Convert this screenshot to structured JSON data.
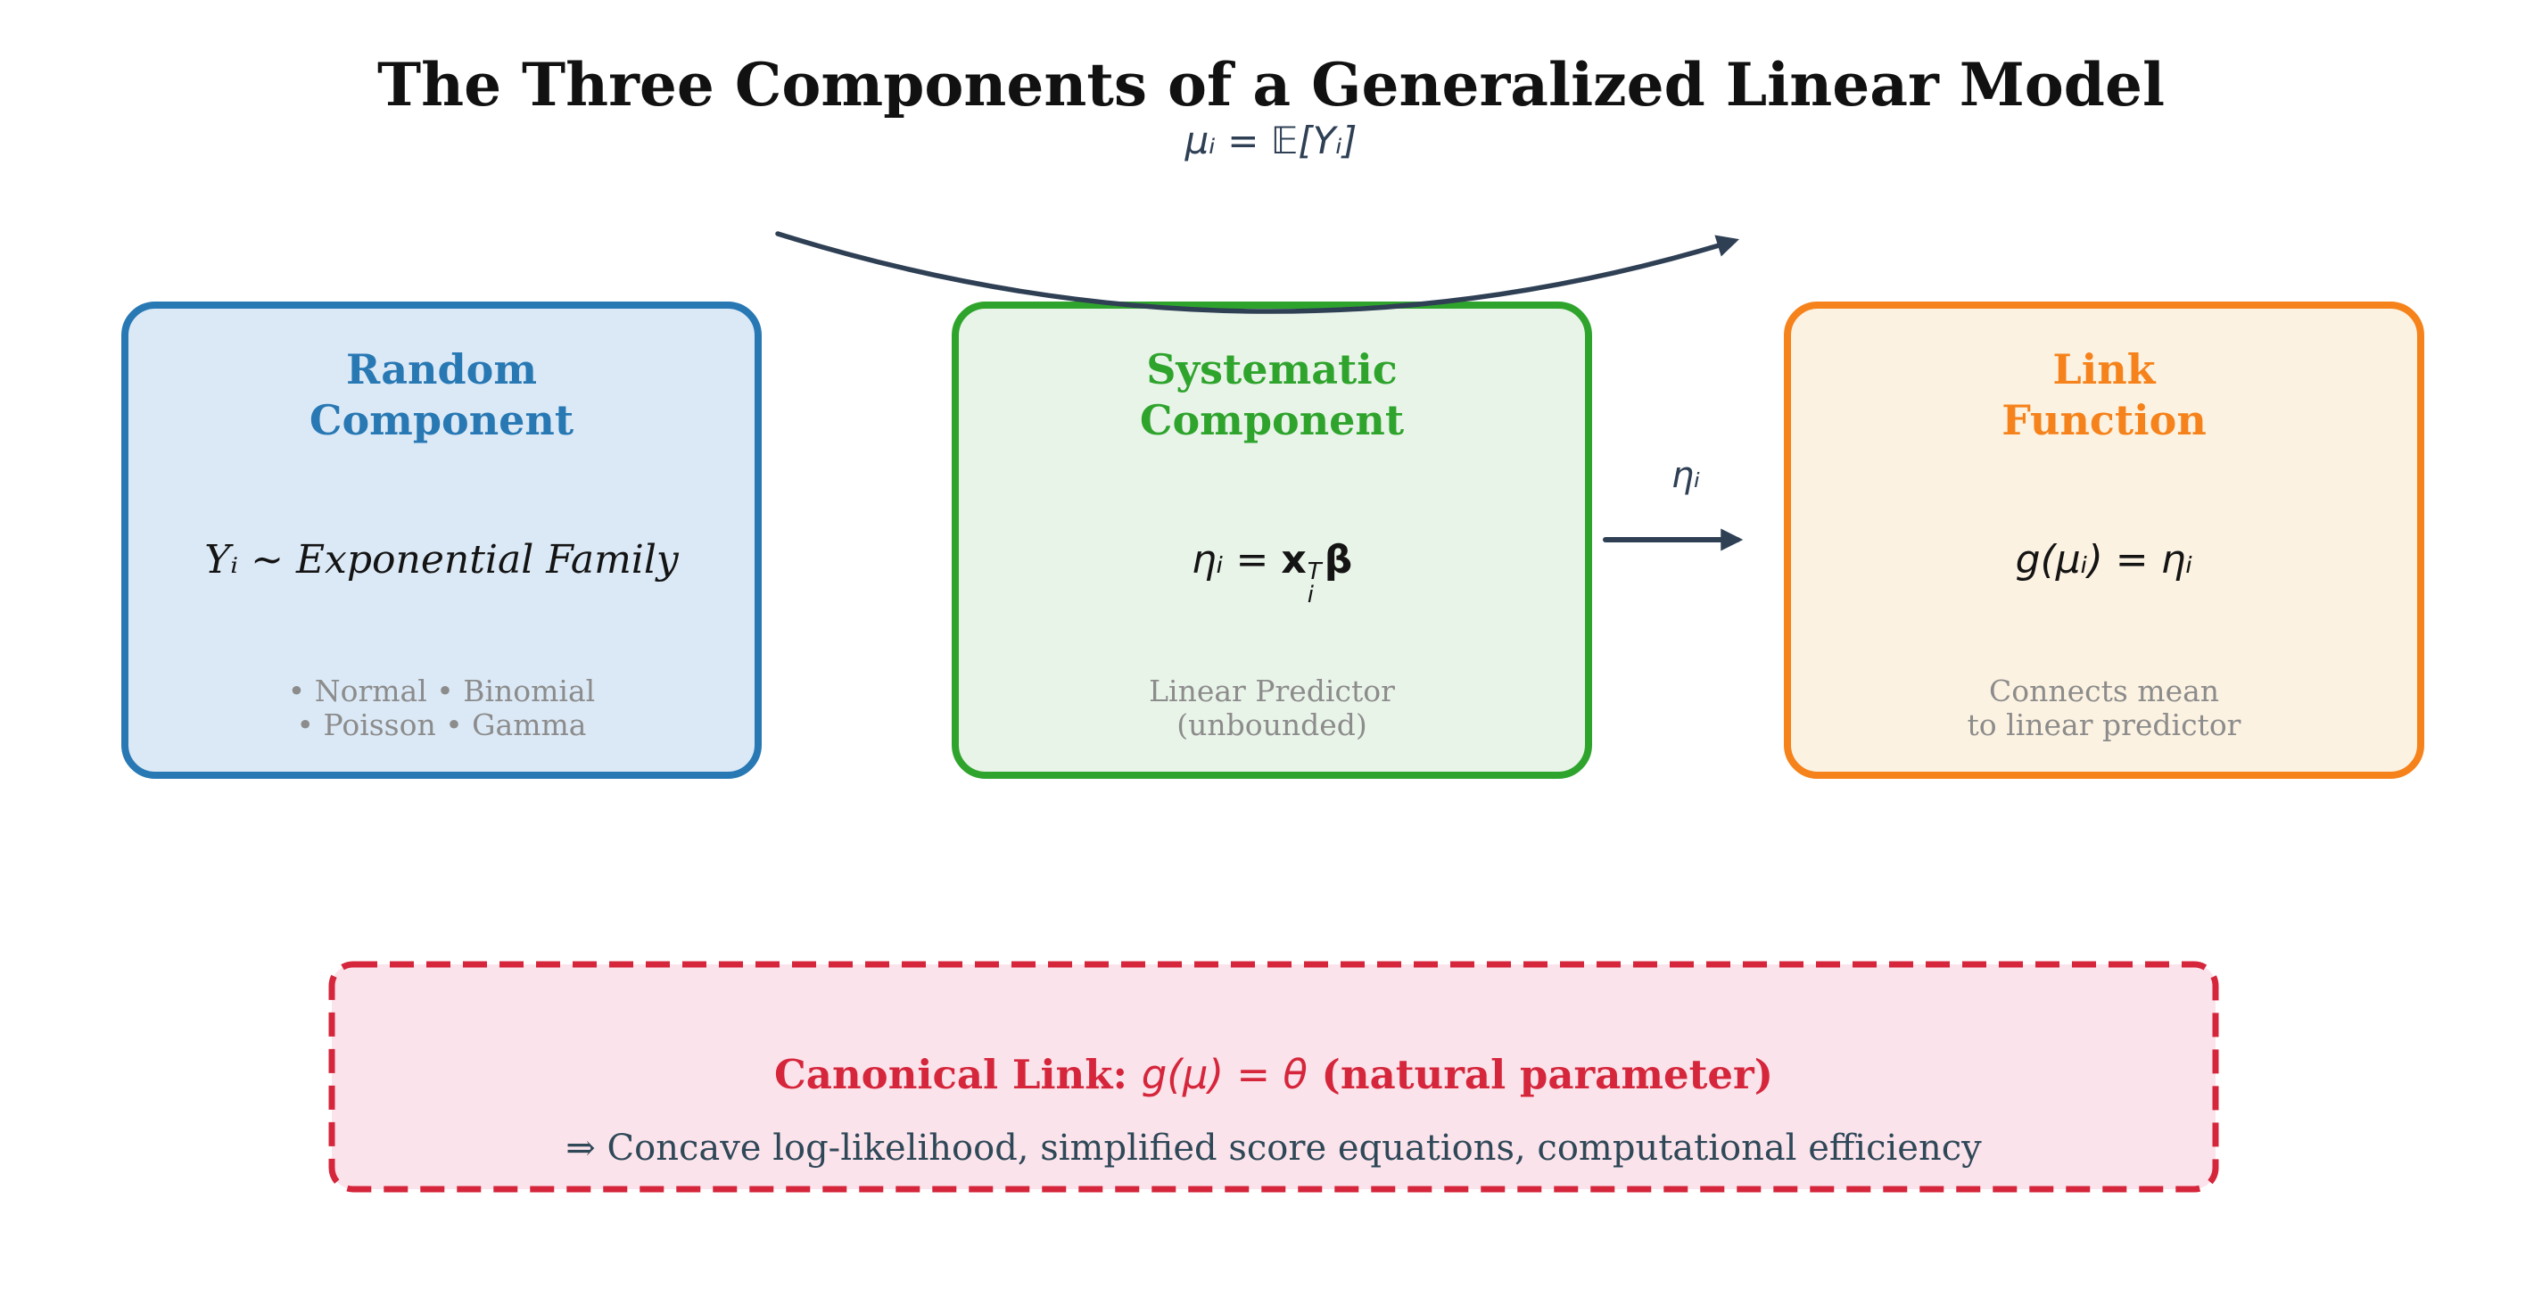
{
  "title": "The Three Components of a Generalized Linear Model",
  "mean_annotation": "μᵢ = 𝔼[Yᵢ]",
  "arrow_label": "ηᵢ",
  "boxes": {
    "random": {
      "heading_line1": "Random",
      "heading_line2": "Component",
      "formula": "Yᵢ ∼  Exponential Family",
      "caption_line1": "• Normal  • Binomial",
      "caption_line2": "• Poisson • Gamma",
      "accent_color": "#2878B4",
      "fill_color": "#DBE9F6"
    },
    "systematic": {
      "heading_line1": "Systematic",
      "heading_line2": "Component",
      "formula": {
        "lhs": "ηᵢ = ",
        "vec": "x",
        "sup": "T",
        "sub": "i",
        "coef": "β"
      },
      "caption_line1": "Linear Predictor",
      "caption_line2": "(unbounded)",
      "accent_color": "#2FA42D",
      "fill_color": "#E9F4E9"
    },
    "link": {
      "heading_line1": "Link",
      "heading_line2": "Function",
      "formula": "g(μᵢ) = ηᵢ",
      "caption_line1": "Connects mean",
      "caption_line2": "to linear predictor",
      "accent_color": "#F5821B",
      "fill_color": "#FCF2E1"
    }
  },
  "canonical": {
    "prefix": "Canonical Link: ",
    "math": "g(μ) = θ",
    "suffix": " (natural parameter)",
    "implication": "⇒ Concave log-likelihood, simplified score equations, computational efficiency",
    "accent_color": "#D5263B",
    "fill_color": "#FBE3EB"
  },
  "colors": {
    "arrow": "#2F4055",
    "caption_gray": "#8C8C8C",
    "title_color": "#111111"
  }
}
